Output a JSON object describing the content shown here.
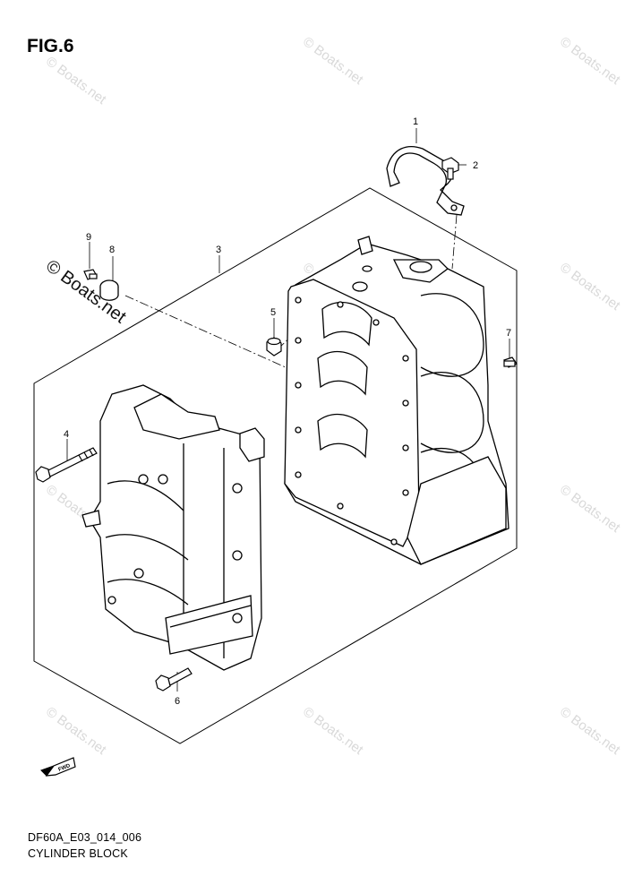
{
  "figure": {
    "title": "FIG.6",
    "drawing_code": "DF60A_E03_014_006",
    "caption": "CYLINDER BLOCK",
    "fwd_label": "FWD"
  },
  "watermark": {
    "text": "© Boats.net",
    "prominent_text": "© Boats.net"
  },
  "callouts": [
    {
      "id": "1",
      "part": "bracket"
    },
    {
      "id": "2",
      "part": "bolt"
    },
    {
      "id": "3",
      "part": "cylinder-block"
    },
    {
      "id": "4",
      "part": "long-bolt"
    },
    {
      "id": "5",
      "part": "dowel-pin"
    },
    {
      "id": "6",
      "part": "bolt"
    },
    {
      "id": "7",
      "part": "plug"
    },
    {
      "id": "8",
      "part": "cap"
    },
    {
      "id": "9",
      "part": "screw"
    }
  ]
}
